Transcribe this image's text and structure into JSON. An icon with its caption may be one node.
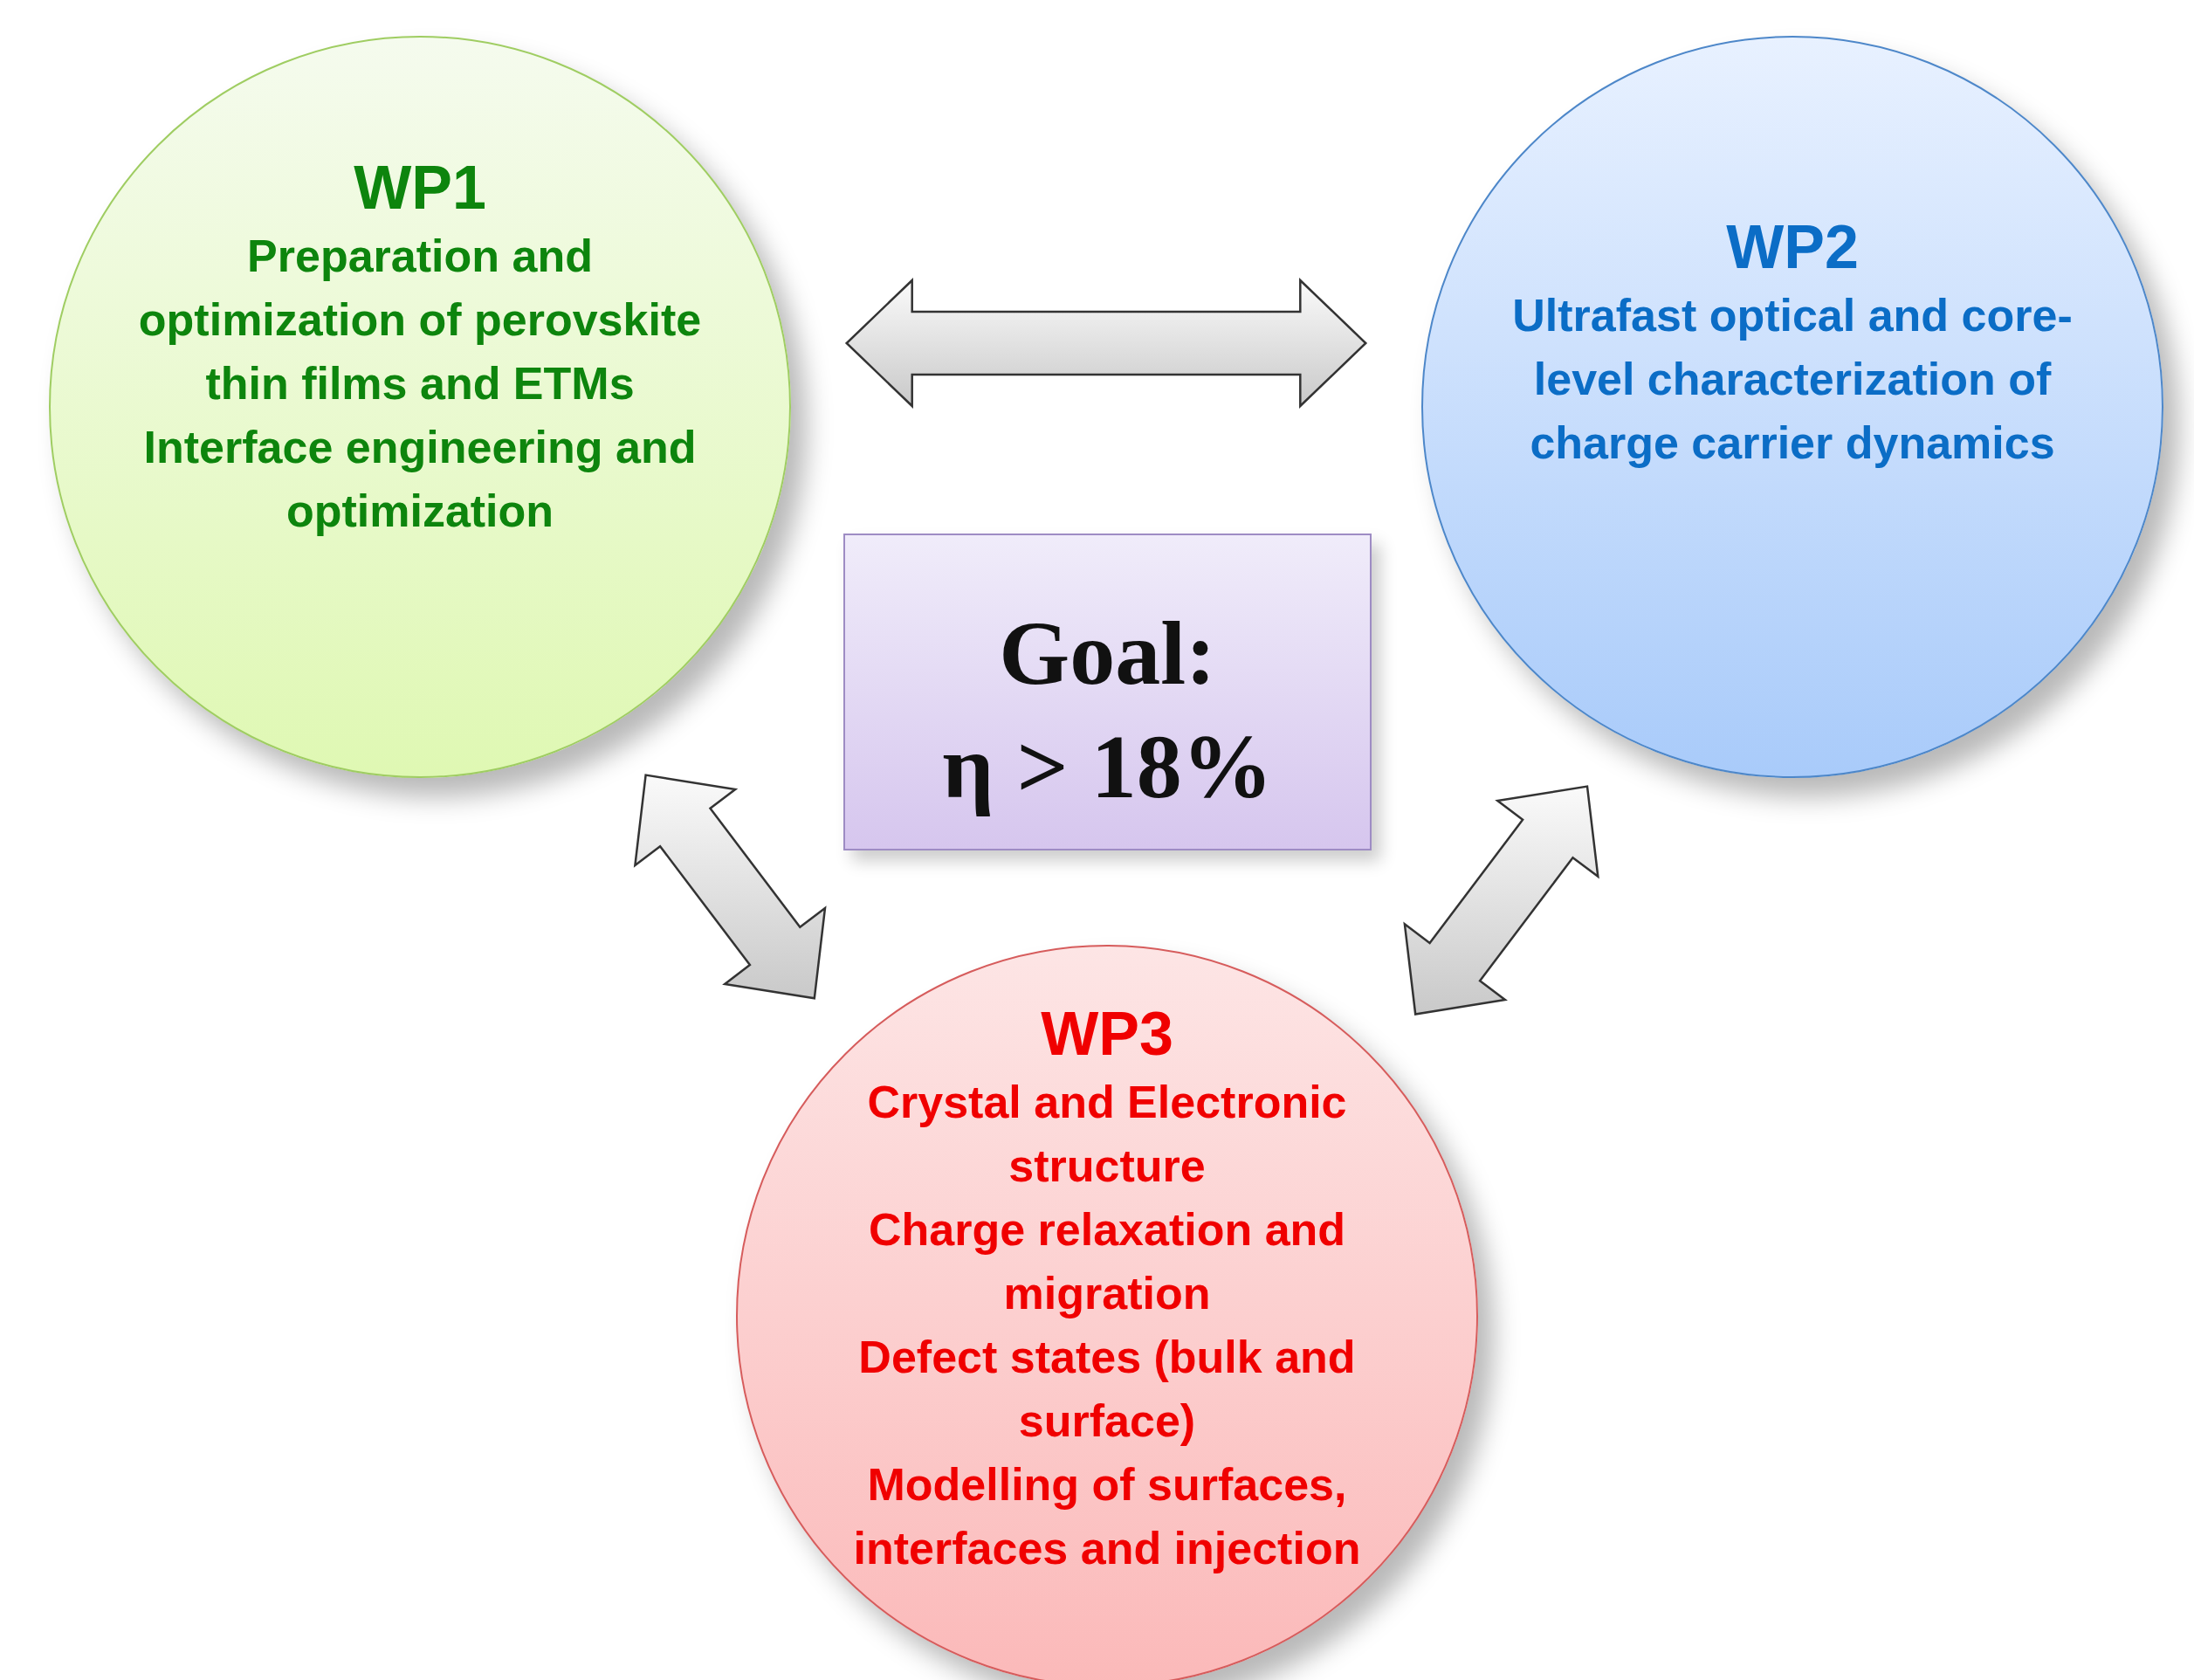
{
  "diagram": {
    "nodes": [
      {
        "text": [
          "WP1",
          "Preparation and optimization of perovskite thin films and ETMs",
          "Interface engineering and optimization"
        ]
      },
      {
        "text": [
          "WP2",
          "Ultrafast optical and core-level characterization of charge carrier dynamics"
        ]
      },
      {
        "text": [
          "Goal:",
          "η > 18%"
        ]
      },
      {
        "text": [
          "WP3",
          "Crystal and Electronic structure",
          "Charge relaxation and migration",
          "Defect states (bulk and surface)",
          "Modelling of surfaces, interfaces and injection"
        ]
      }
    ],
    "edges": [
      {
        "from": 0,
        "to": 1,
        "arrow": "both"
      },
      {
        "from": 0,
        "to": 3,
        "arrow": "both"
      },
      {
        "from": 1,
        "to": 3,
        "arrow": "both"
      }
    ]
  }
}
